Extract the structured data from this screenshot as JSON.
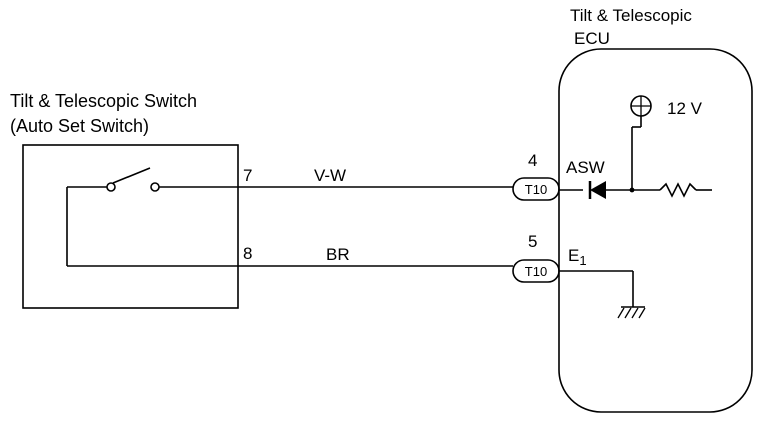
{
  "switch": {
    "title_line1": "Tilt & Telescopic Switch",
    "title_line2": "(Auto Set Switch)",
    "pin_top": "7",
    "pin_bottom": "8"
  },
  "ecu": {
    "title_line1": "Tilt & Telescopic",
    "title_line2": "ECU",
    "supply": "12 V",
    "terminal_asw": "ASW",
    "terminal_e1": "E",
    "terminal_e1_sub": "1"
  },
  "wires": {
    "top_color": "V-W",
    "bottom_color": "BR"
  },
  "connectors": {
    "top": {
      "pin": "4",
      "name": "T10"
    },
    "bottom": {
      "pin": "5",
      "name": "T10"
    }
  }
}
